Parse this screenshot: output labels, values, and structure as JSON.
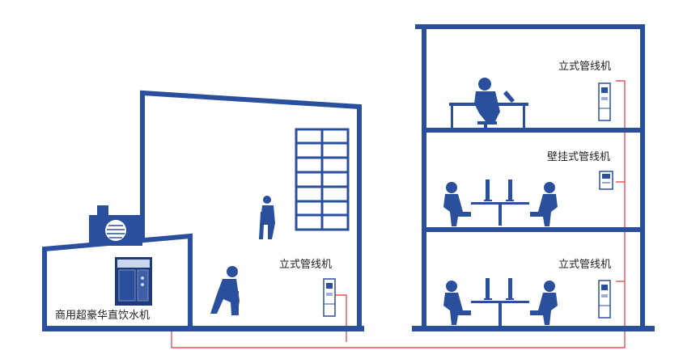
{
  "labels": {
    "commercial_machine": "商用超豪华直饮水机",
    "standing_pipeline_left": "立式管线机",
    "standing_pipeline_top": "立式管线机",
    "wall_pipeline": "壁挂式管线机",
    "standing_pipeline_bottom": "立式管线机"
  },
  "colors": {
    "building": "#2a4f9c",
    "pipe": "#e8505b",
    "text": "#222222",
    "background": "#ffffff"
  },
  "icons": [
    "water-machine-icon",
    "standing-dispenser-icon",
    "wall-dispenser-icon",
    "worker-icon",
    "office-worker-icon",
    "computer-monitor-icon"
  ]
}
